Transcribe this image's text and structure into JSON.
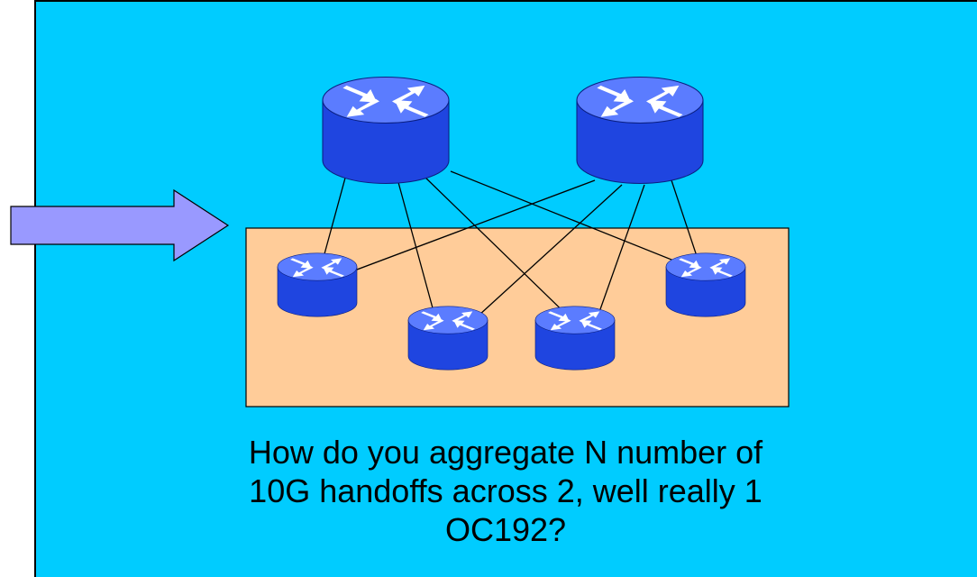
{
  "caption": {
    "line1": "How do you aggregate N number of",
    "line2": "10G handoffs across 2, well really 1",
    "line3": "OC192?"
  },
  "colors": {
    "slide_background": "#00ccff",
    "aggregation_box": "#ffcc99",
    "router_top": "#5b7cff",
    "router_side": "#1f45e0",
    "arrow_fill": "#9999ff",
    "link": "#000000"
  },
  "icons": {
    "core_routers": [
      "router-icon",
      "router-icon"
    ],
    "edge_routers": [
      "router-icon",
      "router-icon",
      "router-icon",
      "router-icon"
    ],
    "pointer": "right-arrow-icon"
  }
}
